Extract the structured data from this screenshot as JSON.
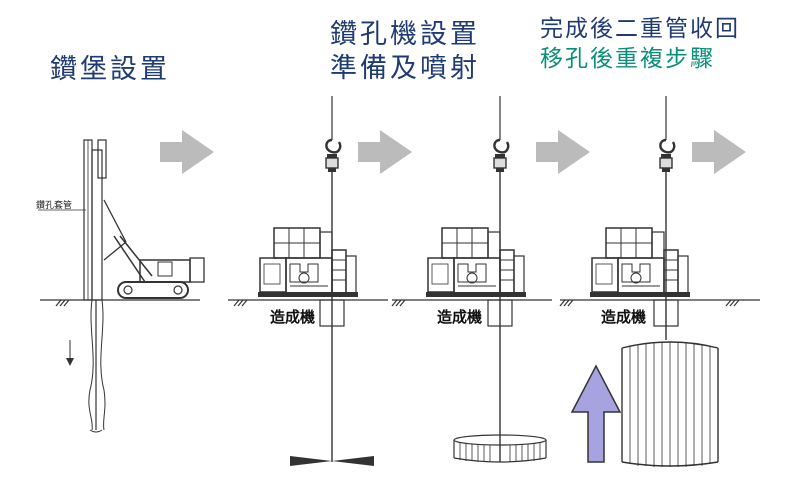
{
  "steps": [
    {
      "title_lines": [
        "鑽堡設置"
      ]
    },
    {
      "title_lines": [
        "鑽孔機設置",
        "準備及噴射"
      ]
    },
    {
      "title_lines": [
        "完成後二重管收回",
        "移孔後重複步驟"
      ]
    }
  ],
  "colors": {
    "title": "#1f3b73",
    "title_accent": "#0b8f7a",
    "arrow": "#bbbbbb",
    "up_arrow": "#a7a3e0",
    "line": "#333333"
  },
  "labels": {
    "casing": "鑽孔套管",
    "machine": "造成機"
  }
}
